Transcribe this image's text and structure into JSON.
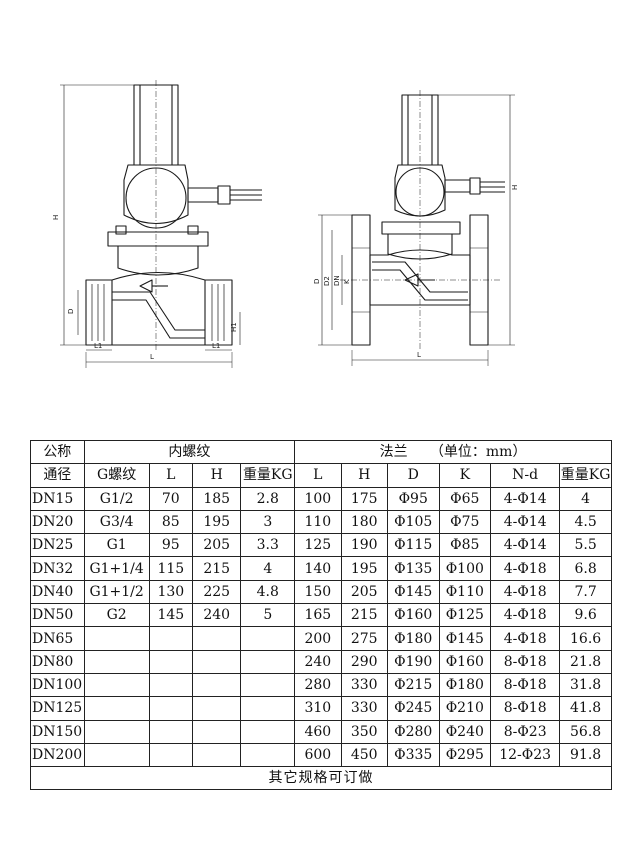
{
  "left_view_labels": {
    "H": "H",
    "D": "D",
    "H1": "H1",
    "L1_left": "L1",
    "L1_right": "L1",
    "L": "L"
  },
  "right_view_labels": {
    "H": "H",
    "D": "D",
    "D2": "D2",
    "DN": "DN",
    "K": "K",
    "L": "L"
  },
  "table": {
    "header_row1": {
      "corner": "公称",
      "thread_group": "内螺纹",
      "flange_group": "法兰",
      "unit": "（单位：mm）"
    },
    "header_row2": {
      "corner": "通径",
      "thread_cols": [
        "G螺纹",
        "L",
        "H",
        "重量KG"
      ],
      "flange_cols": [
        "L",
        "H",
        "D",
        "K",
        "N-d",
        "重量KG"
      ]
    },
    "rows": [
      {
        "dn": "DN15",
        "g": "G1/2",
        "tl": "70",
        "th": "185",
        "tw": "2.8",
        "fl": "100",
        "fh": "175",
        "fd": "Φ95",
        "fk": "Φ65",
        "fn": "4-Φ14",
        "fw": "4"
      },
      {
        "dn": "DN20",
        "g": "G3/4",
        "tl": "85",
        "th": "195",
        "tw": "3",
        "fl": "110",
        "fh": "180",
        "fd": "Φ105",
        "fk": "Φ75",
        "fn": "4-Φ14",
        "fw": "4.5"
      },
      {
        "dn": "DN25",
        "g": "G1",
        "tl": "95",
        "th": "205",
        "tw": "3.3",
        "fl": "125",
        "fh": "190",
        "fd": "Φ115",
        "fk": "Φ85",
        "fn": "4-Φ14",
        "fw": "5.5"
      },
      {
        "dn": "DN32",
        "g": "G1+1/4",
        "tl": "115",
        "th": "215",
        "tw": "4",
        "fl": "140",
        "fh": "195",
        "fd": "Φ135",
        "fk": "Φ100",
        "fn": "4-Φ18",
        "fw": "6.8"
      },
      {
        "dn": "DN40",
        "g": "G1+1/2",
        "tl": "130",
        "th": "225",
        "tw": "4.8",
        "fl": "150",
        "fh": "205",
        "fd": "Φ145",
        "fk": "Φ110",
        "fn": "4-Φ18",
        "fw": "7.7"
      },
      {
        "dn": "DN50",
        "g": "G2",
        "tl": "145",
        "th": "240",
        "tw": "5",
        "fl": "165",
        "fh": "215",
        "fd": "Φ160",
        "fk": "Φ125",
        "fn": "4-Φ18",
        "fw": "9.6"
      },
      {
        "dn": "DN65",
        "g": "",
        "tl": "",
        "th": "",
        "tw": "",
        "fl": "200",
        "fh": "275",
        "fd": "Φ180",
        "fk": "Φ145",
        "fn": "4-Φ18",
        "fw": "16.6"
      },
      {
        "dn": "DN80",
        "g": "",
        "tl": "",
        "th": "",
        "tw": "",
        "fl": "240",
        "fh": "290",
        "fd": "Φ190",
        "fk": "Φ160",
        "fn": "8-Φ18",
        "fw": "21.8"
      },
      {
        "dn": "DN100",
        "g": "",
        "tl": "",
        "th": "",
        "tw": "",
        "fl": "280",
        "fh": "330",
        "fd": "Φ215",
        "fk": "Φ180",
        "fn": "8-Φ18",
        "fw": "31.8"
      },
      {
        "dn": "DN125",
        "g": "",
        "tl": "",
        "th": "",
        "tw": "",
        "fl": "310",
        "fh": "330",
        "fd": "Φ245",
        "fk": "Φ210",
        "fn": "8-Φ18",
        "fw": "41.8"
      },
      {
        "dn": "DN150",
        "g": "",
        "tl": "",
        "th": "",
        "tw": "",
        "fl": "460",
        "fh": "350",
        "fd": "Φ280",
        "fk": "Φ240",
        "fn": "8-Φ23",
        "fw": "56.8"
      },
      {
        "dn": "DN200",
        "g": "",
        "tl": "",
        "th": "",
        "tw": "",
        "fl": "600",
        "fh": "450",
        "fd": "Φ335",
        "fk": "Φ295",
        "fn": "12-Φ23",
        "fw": "91.8"
      }
    ],
    "footer": "其它规格可订做"
  }
}
